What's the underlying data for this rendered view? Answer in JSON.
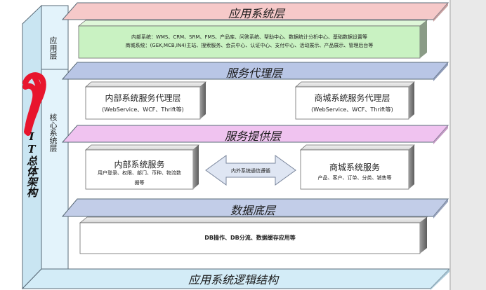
{
  "left_column": {
    "vertical_title": "IT总体架构",
    "app_layer_label": "应用层",
    "core_layer_label": "核心系统层"
  },
  "layers": {
    "application": {
      "title": "应用系统层",
      "line1": "内部系统：WMS、CRM、SRM、FMS、产品库、问答系统、帮助中心、数据统计分析中心、基础数据设置等",
      "line2": "商城系统：(GEK,MCB,IN4)主站、搜索服务、会员中心、认证中心、支付中心、活动展示、产品展示、管理后台等"
    },
    "service_proxy": {
      "title": "服务代理层",
      "internal_title": "内部系统服务代理层",
      "internal_sub": "(WebService、WCF、Thrift等)",
      "mall_title": "商城系统服务代理层",
      "mall_sub": "(WebService、WCF、Thrift等)"
    },
    "service_provider": {
      "title": "服务提供层",
      "internal_title": "内部系统服务",
      "internal_sub1": "用户登录、权限、部门、币种、物流数",
      "internal_sub2": "据等",
      "arrow_label": "内外系统通信遵循",
      "mall_title": "商城系统服务",
      "mall_sub": "产品、客户、订单、分类、销售等"
    },
    "data": {
      "title": "数据底层",
      "content": "DB操作、DB分流、数据缓存应用等"
    }
  },
  "footer_title": "应用系统逻辑结构",
  "colors": {
    "app_band": "#f6c9c9",
    "app_box": "#c9f2c2",
    "proxy_band": "#b9c6e6",
    "provider_band": "#f0c3f0",
    "data_band": "#c2cde8",
    "frame": "#d3ecf7",
    "box_face": "#ffffff",
    "box_side": "#8a8a8a",
    "annotation_red": "#e8152d"
  }
}
